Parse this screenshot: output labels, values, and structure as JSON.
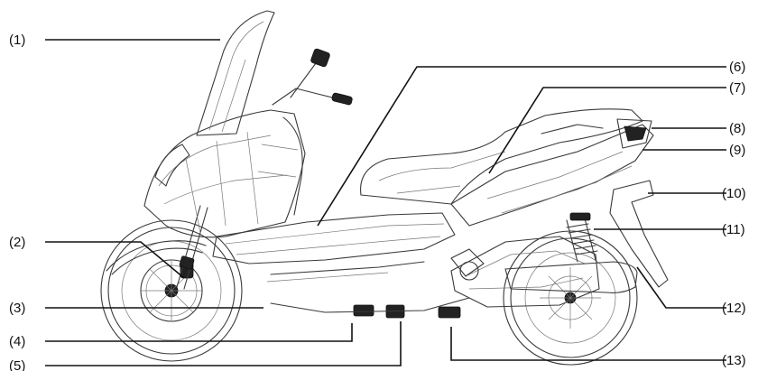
{
  "callouts": [
    {
      "label": "(1)"
    },
    {
      "label": "(2)"
    },
    {
      "label": "(3)"
    },
    {
      "label": "(4)"
    },
    {
      "label": "(5)"
    },
    {
      "label": "(6)"
    },
    {
      "label": "(7)"
    },
    {
      "label": "(8)"
    },
    {
      "label": "(9)"
    },
    {
      "label": "(10)"
    },
    {
      "label": "(11)"
    },
    {
      "label": "(12)"
    },
    {
      "label": "(13)"
    }
  ],
  "colors": {
    "line": "#111111",
    "background": "#ffffff"
  }
}
